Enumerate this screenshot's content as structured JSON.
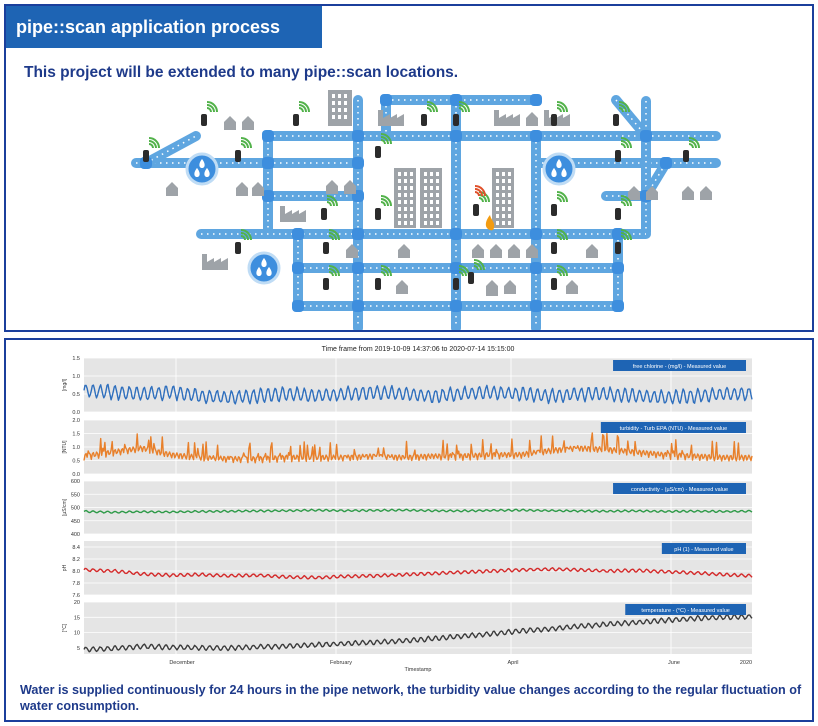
{
  "top": {
    "title": "pipe::scan application process",
    "subtitle": "This project will be extended to many pipe::scan locations."
  },
  "bottom": {
    "footer": "Water is supplied continuously for 24 hours in the pipe network, the turbidity value changes according to the regular fluctuation of water consumption."
  },
  "colors": {
    "pipe": "#5fa6e0",
    "node": "#3d8ede",
    "wifi": "#52b24a",
    "building": "#9ea3a8",
    "sensor": "#2b2b2b",
    "frame": "#1b3f9c",
    "title_bg": "#1e64b4",
    "plot_bg": "#e5e5e5"
  },
  "icons": [
    "wifi-signal-icon",
    "pipe-scan-sensor-icon",
    "house-icon",
    "factory-icon",
    "office-building-icon",
    "water-drops-icon",
    "fire-icon"
  ],
  "chart_data": {
    "type": "line",
    "title": "Time frame from 2019-10-09 14:37:06 to 2020-07-14 15:15:00",
    "xlabel": "Timestamp",
    "x_tick_labels": [
      "December",
      "February",
      "April",
      "June",
      "2020"
    ],
    "grid": true,
    "legend_placement": "top-right",
    "panels": [
      {
        "legend": "free chlorine - (mg/l) - Measured value",
        "ylabel": "[mg/l]",
        "ylim": [
          0,
          1.5
        ],
        "yticks": [
          "0.0",
          "0.5",
          "1.0",
          "1.5"
        ],
        "color": "#2f6fbd",
        "values": [
          0.6,
          0.55,
          0.5,
          0.55,
          0.45,
          0.4,
          0.45,
          0.5,
          0.45,
          0.5,
          0.55,
          0.5,
          0.45,
          0.5,
          0.55,
          0.5,
          0.45,
          0.5,
          0.5,
          0.45,
          0.4,
          0.45,
          0.5,
          0.5
        ]
      },
      {
        "legend": "turbidity - Turb EPA (NTU) - Measured value",
        "ylabel": "[NTU]",
        "ylim": [
          0,
          2.0
        ],
        "yticks": [
          "0.0",
          "0.5",
          "1.0",
          "1.5",
          "2.0"
        ],
        "color": "#e8802b",
        "values": [
          0.5,
          0.65,
          0.8,
          0.55,
          0.45,
          0.4,
          0.4,
          0.45,
          0.45,
          0.45,
          0.5,
          0.45,
          0.5,
          0.5,
          0.55,
          0.55,
          0.7,
          0.8,
          0.75,
          0.65,
          0.55,
          0.5,
          0.45,
          0.45
        ]
      },
      {
        "legend": "conductivity - (µS/cm) - Measured value",
        "ylabel": "[µS/cm]",
        "ylim": [
          400,
          600
        ],
        "yticks": [
          "400",
          "450",
          "500",
          "550",
          "600"
        ],
        "color": "#2e9a48",
        "values": [
          485,
          482,
          484,
          483,
          485,
          486,
          487,
          488,
          490,
          488,
          489,
          490,
          488,
          487,
          489,
          490,
          488,
          487,
          486,
          487,
          485,
          486,
          485,
          486
        ]
      },
      {
        "legend": "pH (1) - Measured value",
        "ylabel": "pH",
        "ylim": [
          7.6,
          8.5
        ],
        "yticks": [
          "7.6",
          "7.8",
          "8.0",
          "8.2",
          "8.4"
        ],
        "color": "#d42a2a",
        "values": [
          8.02,
          8.0,
          7.95,
          7.93,
          7.94,
          7.92,
          7.93,
          7.9,
          7.89,
          7.91,
          7.92,
          7.94,
          7.96,
          7.98,
          8.0,
          8.02,
          8.03,
          8.02,
          8.0,
          8.01,
          7.99,
          7.97,
          7.94,
          7.92
        ]
      },
      {
        "legend": "temperature - (°C) - Measured value",
        "ylabel": "[°C]",
        "ylim": [
          3,
          20
        ],
        "yticks": [
          "5",
          "10",
          "15",
          "20"
        ],
        "color": "#3b3b3b",
        "values": [
          4.5,
          4.8,
          5.5,
          5.2,
          5.0,
          5.0,
          5.3,
          5.6,
          6.0,
          6.4,
          6.8,
          7.3,
          8.0,
          8.8,
          9.6,
          10.5,
          11.2,
          12.0,
          12.7,
          13.3,
          14.0,
          14.6,
          15.0,
          15.2
        ]
      }
    ]
  }
}
